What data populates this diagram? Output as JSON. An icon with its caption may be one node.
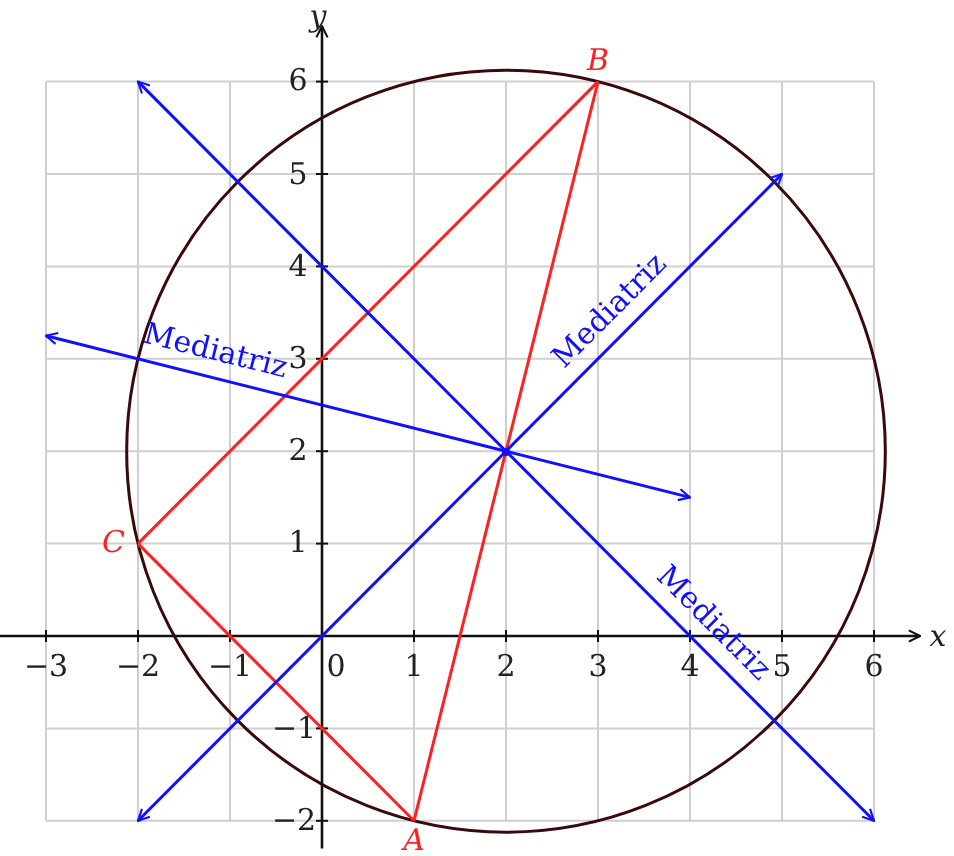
{
  "diagram": {
    "nodes": [
      {
        "text": [
          "B"
        ]
      },
      {
        "text": [
          "C"
        ]
      },
      {
        "text": [
          "A"
        ]
      },
      {
        "text": [],
        "shape": "point"
      }
    ],
    "edges": [
      {
        "from": 2,
        "to": 0,
        "arrow": "none",
        "color": "#ff2020"
      },
      {
        "from": 0,
        "to": 1,
        "arrow": "none",
        "color": "#ff2020"
      },
      {
        "from": 1,
        "to": 2,
        "arrow": "none",
        "color": "#ff2020"
      },
      {
        "from": 3,
        "to": null,
        "arrow": "to",
        "label": "Mediatriz"
      },
      {
        "from": 3,
        "to": null,
        "arrow": "to"
      },
      {
        "from": 3,
        "to": null,
        "arrow": "to",
        "label": "Mediatriz"
      },
      {
        "from": 3,
        "to": null,
        "arrow": "to"
      },
      {
        "from": 3,
        "to": null,
        "arrow": "to"
      },
      {
        "from": 3,
        "to": null,
        "arrow": "to",
        "label": "Mediatriz"
      }
    ],
    "labels": [
      "y",
      "6",
      "5",
      "4",
      "3",
      "2",
      "1",
      "x",
      "−3",
      "−2",
      "−1",
      "0",
      "1",
      "2",
      "3",
      "4",
      "5",
      "6",
      "−1",
      "−2"
    ]
  }
}
